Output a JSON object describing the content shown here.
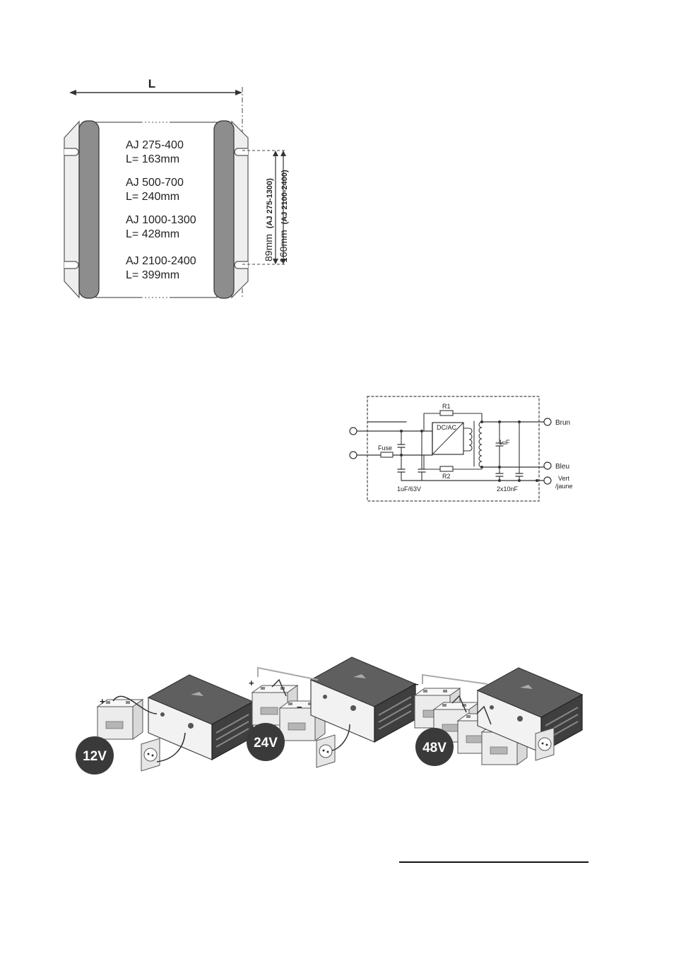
{
  "dimensions": {
    "length_label": "L",
    "models": [
      {
        "name": "AJ 275-400",
        "length": "L= 163mm"
      },
      {
        "name": "AJ 500-700",
        "length": "L= 240mm"
      },
      {
        "name": "AJ 1000-1300",
        "length": "L= 428mm"
      },
      {
        "name": "AJ 2100-2400",
        "length": "L= 399mm"
      }
    ],
    "height_small": {
      "value": "89mm",
      "models": "(AJ 275-1300)"
    },
    "height_large": {
      "value": "160mm",
      "models": "(AJ 2100-2400)"
    }
  },
  "schematic": {
    "r1": "R1",
    "r2": "R2",
    "converter": "DC/AC",
    "fuse": "Fuse",
    "cap_out": "1uF",
    "cap_in": "1uF/63V",
    "cap_filter": "2x10nF",
    "outputs": {
      "brown": "Brun",
      "blue": "Bleu",
      "ground_line1": "Vert",
      "ground_line2": "/jaune"
    }
  },
  "installation": {
    "badges": [
      "12V",
      "24V",
      "48V"
    ],
    "polarity": {
      "plus": "+",
      "minus": "−"
    }
  }
}
